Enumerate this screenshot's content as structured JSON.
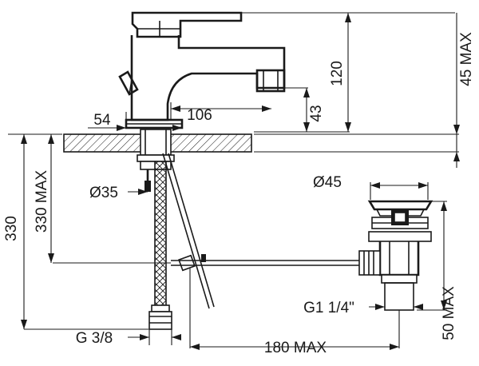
{
  "dimensions": {
    "spout_reach": "106",
    "base_offset": "54",
    "spout_height": "43",
    "total_height": "120",
    "deck_thickness_max": "45 MAX",
    "tail_length": "330",
    "tail_length_max": "330 MAX",
    "base_diameter": "Ø35",
    "waste_diameter": "Ø45",
    "waste_thread": "G1 1/4\"",
    "inlet_thread": "G 3/8",
    "rod_reach_max": "180 MAX",
    "waste_depth_max": "50 MAX"
  }
}
